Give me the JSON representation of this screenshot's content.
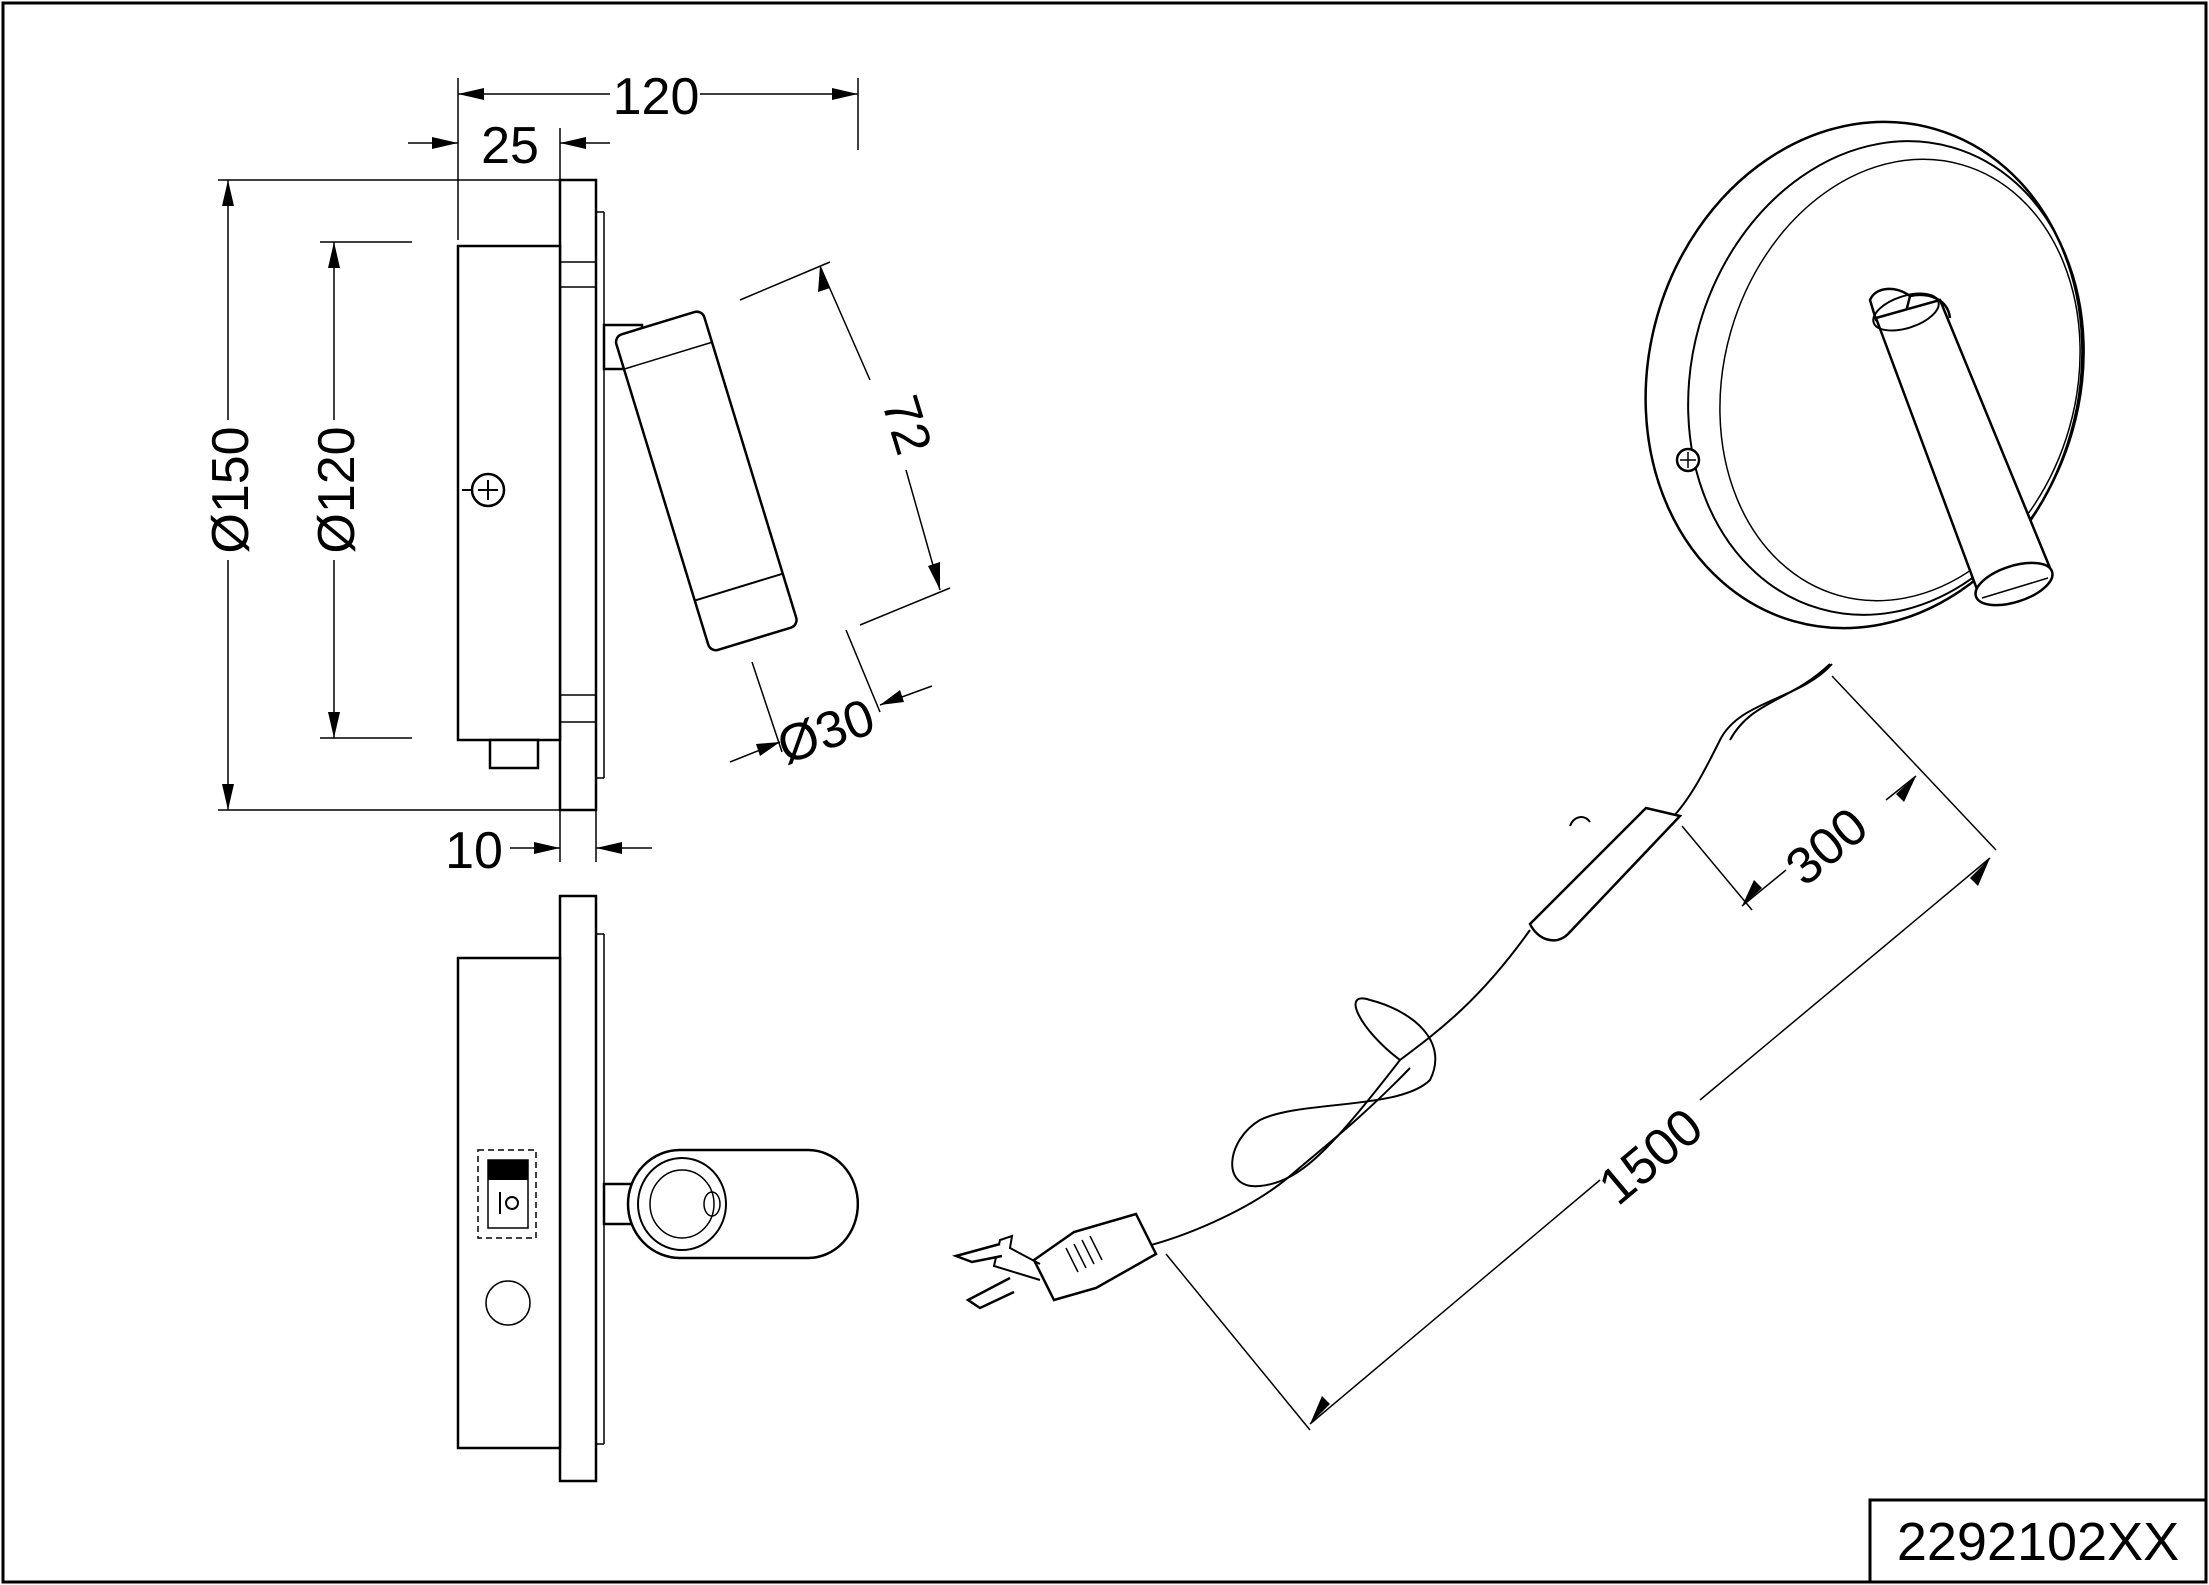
{
  "dimensions": {
    "width_120": "120",
    "depth_25": "25",
    "diameter_150": "Ø150",
    "diameter_120": "Ø120",
    "length_72": "72",
    "diameter_30": "Ø30",
    "plate_10": "10",
    "cable_300": "300",
    "cable_1500": "1500"
  },
  "product_code": "2292102XX",
  "colors": {
    "line": "#000000",
    "background": "#ffffff"
  }
}
